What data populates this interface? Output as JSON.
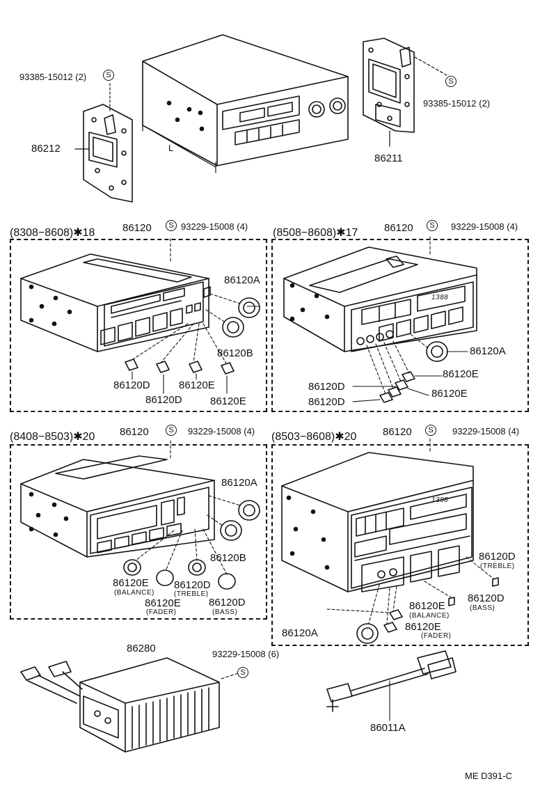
{
  "top": {
    "bolt_left": "93385-15012 (2)",
    "bolt_right": "93385-15012 (2)",
    "bracket_left": "86212",
    "bracket_right": "86211",
    "dim_l": "L"
  },
  "s_mark": "S",
  "panels": [
    {
      "header": "(8308−8608)✱18",
      "part": "86120",
      "screw": "93229-15008 (4)",
      "labels": [
        "86120A",
        "86120B",
        "86120D",
        "86120D",
        "86120E",
        "86120E"
      ]
    },
    {
      "header": "(8508−8608)✱17",
      "part": "86120",
      "screw": "93229-15008 (4)",
      "display": "1388",
      "labels": [
        "86120A",
        "86120E",
        "86120D",
        "86120E",
        "86120D"
      ]
    },
    {
      "header": "(8408−8503)✱20",
      "part": "86120",
      "screw": "93229-15008 (4)",
      "labels": [
        "86120A",
        "86120B",
        "86120E",
        "86120D",
        "86120E",
        "86120D"
      ],
      "subs": [
        "(BALANCE)",
        "(TREBLE)",
        "(FADER)",
        "(BASS)"
      ]
    },
    {
      "header": "(8503−8608)✱20",
      "part": "86120",
      "screw": "93229-15008 (4)",
      "display": "1388",
      "labels": [
        "86120D",
        "86120D",
        "86120E",
        "86120E",
        "86120A"
      ],
      "subs": [
        "(TREBLE)",
        "(BASS)",
        "(BALANCE)",
        "(FADER)"
      ]
    }
  ],
  "bottom": {
    "amp": "86280",
    "amp_screw": "93229-15008 (6)",
    "harness": "86011A",
    "ref": "ME  D391-C"
  }
}
